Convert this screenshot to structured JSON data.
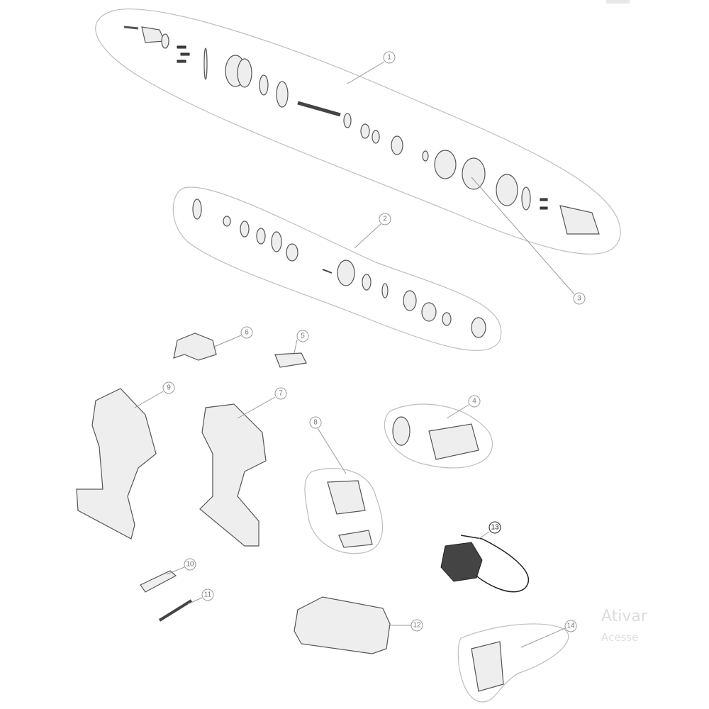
{
  "callouts": {
    "c1": "1",
    "c2": "2",
    "c3": "3",
    "c4": "4",
    "c5": "5",
    "c6": "6",
    "c7": "7",
    "c8": "8",
    "c9": "9",
    "c10": "10",
    "c11": "11",
    "c12": "12",
    "c13": "13",
    "c14": "14"
  },
  "watermark": {
    "line1": "Ativar",
    "line2": "Acesse"
  }
}
